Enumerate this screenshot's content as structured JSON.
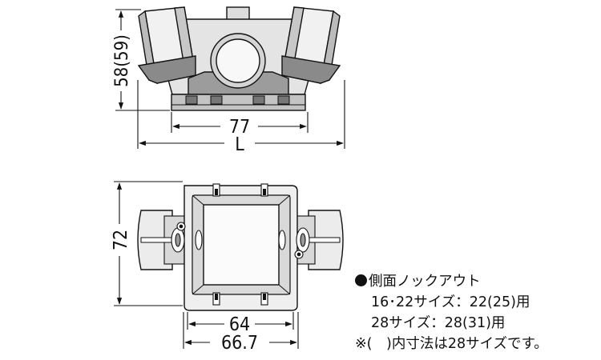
{
  "dimensions": {
    "top_height": "58(59)",
    "top_inner_width": "77",
    "top_total_length": "L",
    "bottom_height": "72",
    "bottom_inner_width": "64",
    "bottom_total_width": "66.7"
  },
  "notes": {
    "heading": "側面ノックアウト",
    "line1": "16･22サイズ：22(25)用",
    "line2": "28サイズ：28(31)用",
    "footnote": "※(　)内寸法は28サイズです。"
  }
}
